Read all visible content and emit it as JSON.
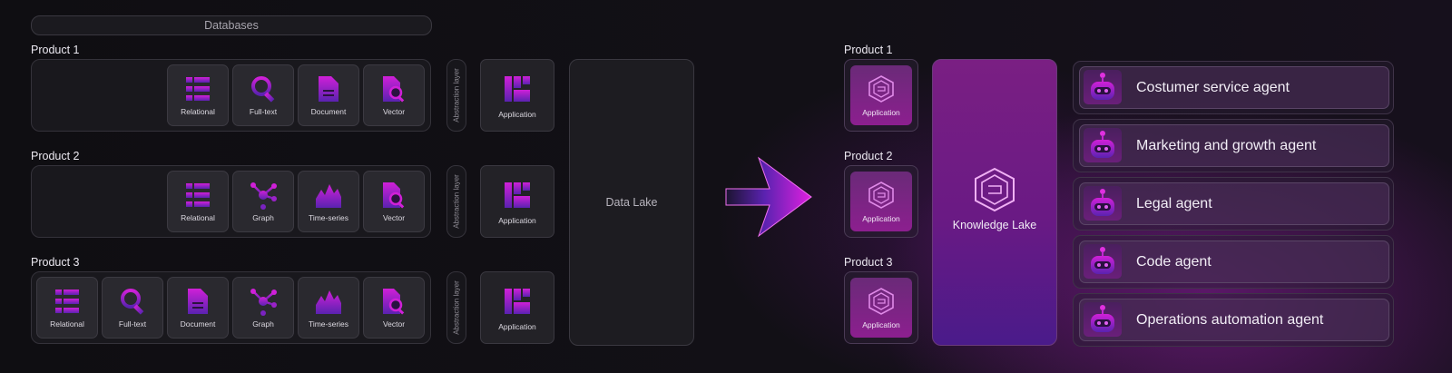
{
  "left": {
    "title": "Databases",
    "products": [
      {
        "label": "Product 1",
        "dbs": [
          "Relational",
          "Full-text",
          "Document",
          "Vector"
        ]
      },
      {
        "label": "Product 2",
        "dbs": [
          "Relational",
          "Graph",
          "Time-series",
          "Vector"
        ]
      },
      {
        "label": "Product 3",
        "dbs": [
          "Relational",
          "Full-text",
          "Document",
          "Graph",
          "Time-series",
          "Vector"
        ]
      }
    ],
    "abstraction_label": "Abstraction layer",
    "application_label": "Application",
    "data_lake_label": "Data Lake"
  },
  "right": {
    "products": [
      "Product 1",
      "Product 2",
      "Product 3"
    ],
    "application_label": "Application",
    "knowledge_lake_label": "Knowledge Lake",
    "agents": [
      "Costumer service agent",
      "Marketing and growth agent",
      "Legal agent",
      "Code agent",
      "Operations automation agent"
    ]
  },
  "colors": {
    "accent": "#c21fc9",
    "accent_dark": "#5a1fa0",
    "bg": "#121016"
  }
}
